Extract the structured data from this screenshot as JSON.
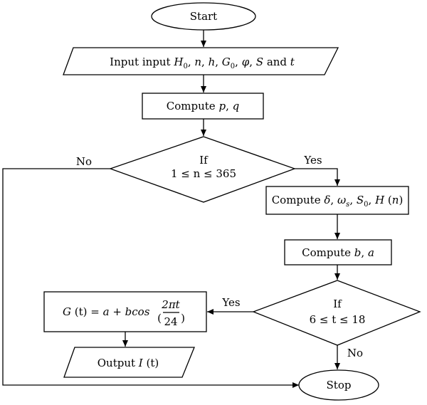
{
  "flowchart": {
    "start": "Start",
    "input": {
      "prefix": "Input input ",
      "h": "H",
      "h_sub": "0",
      "mid1": ", ",
      "n": "n",
      "mid2": ", ",
      "hvar": "h",
      "mid3": ", ",
      "g": "G",
      "g_sub": "0",
      "mid4": ", ",
      "phi": "φ",
      "mid5": ", ",
      "s": "S",
      "and": " and ",
      "t": "t"
    },
    "compute_pq": {
      "prefix": "Compute ",
      "p": "p",
      "sep": ", ",
      "q": "q"
    },
    "decision_n": {
      "line1": "If",
      "line2": "1 ≤ n ≤ 365"
    },
    "label_no_left": "No",
    "label_yes_right": "Yes",
    "compute_solar": {
      "prefix": "Compute ",
      "delta": "δ",
      "sep1": ", ",
      "omega": "ω",
      "omega_sub": "s",
      "sep2": ", ",
      "s": "S",
      "s_sub": "0",
      "sep3": ", ",
      "h": "H",
      "paren": " (",
      "n": "n",
      "close": ")"
    },
    "compute_ba": {
      "prefix": "Compute ",
      "b": "b",
      "sep": ", ",
      "a": "a"
    },
    "decision_t": {
      "line1": "If",
      "line2": "6 ≤ t ≤ 18"
    },
    "label_yes_left": "Yes",
    "label_no_down": "No",
    "formula": {
      "g": "G",
      "paren_t": " (t)",
      "eq": " = ",
      "a": "a",
      "plus": " + ",
      "bcos": "bcos",
      "numer": "2πt",
      "denom": "24"
    },
    "output": {
      "prefix": "Output ",
      "i": "I",
      "paren": " (t)"
    },
    "stop": "Stop"
  }
}
